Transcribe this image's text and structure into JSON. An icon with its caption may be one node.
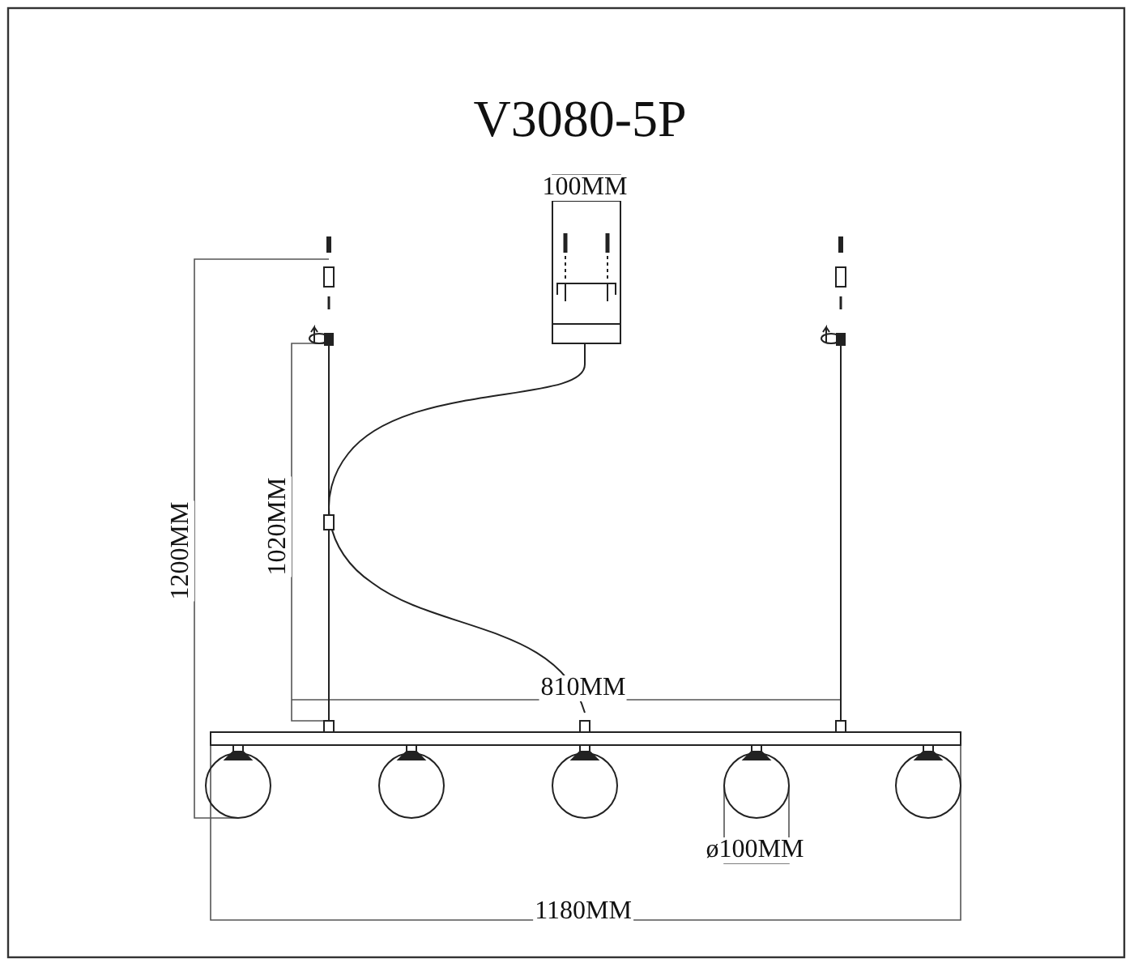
{
  "diagram": {
    "title": "V3080-5P",
    "labels": [
      "100MM",
      "1200MM",
      "1020MM",
      "810MM",
      "ø100MM",
      "1180MM"
    ]
  }
}
